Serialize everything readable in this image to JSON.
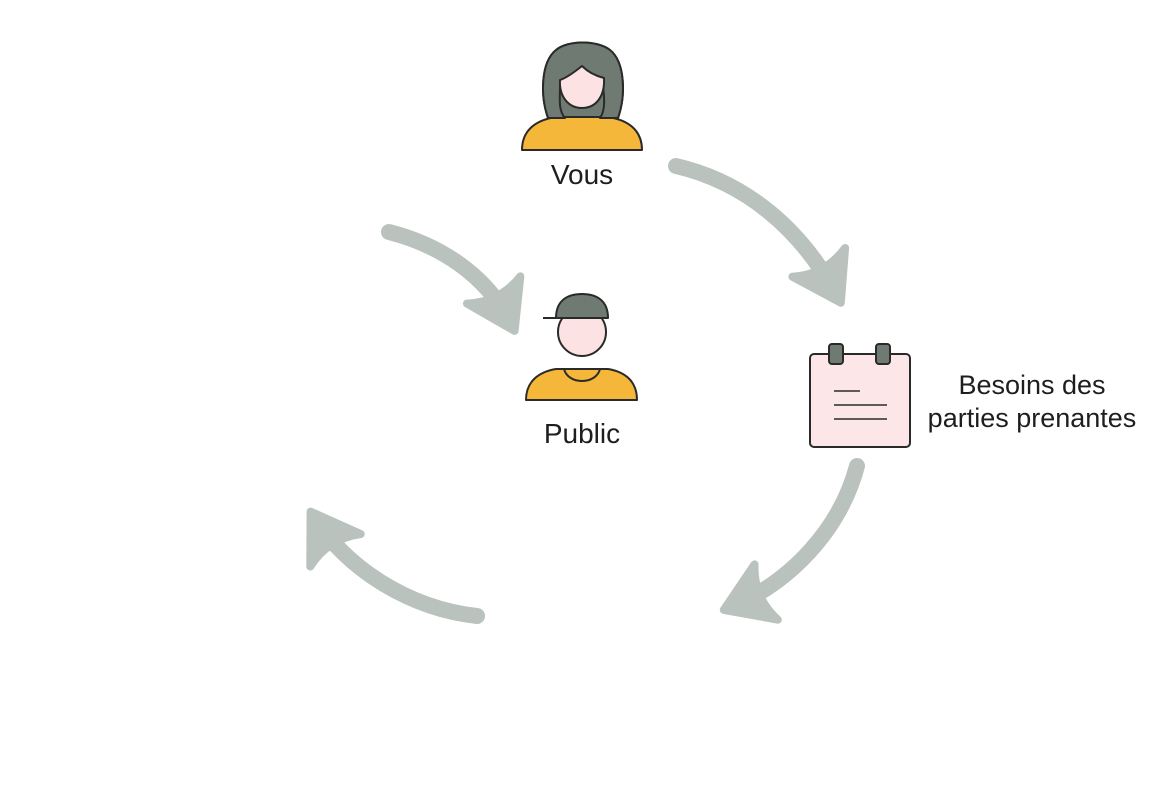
{
  "nodes": {
    "vous": {
      "label": "Vous",
      "icon": "woman-avatar-icon"
    },
    "public": {
      "label": "Public",
      "icon": "person-cap-avatar-icon"
    },
    "besoins": {
      "label_line1": "Besoins des",
      "label_line2": "parties prenantes",
      "icon": "notepad-icon"
    }
  },
  "colors": {
    "arrow": "#b9c2bd",
    "hair_cap": "#6f7b72",
    "shirt": "#f4b73a",
    "skin": "#fde2e4",
    "notepad": "#fde6e8",
    "outline": "#2a2a2a"
  }
}
